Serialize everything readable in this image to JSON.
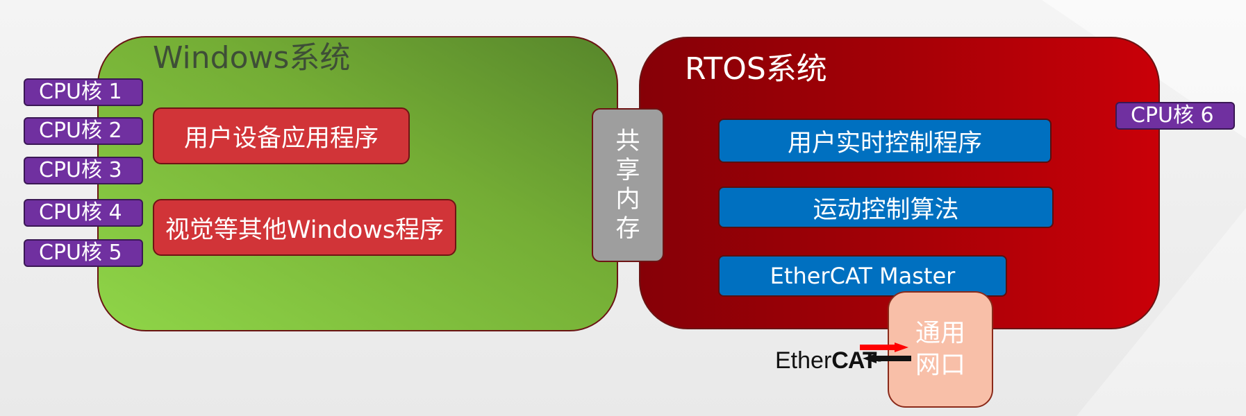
{
  "windows_panel": {
    "title": "Windows系统",
    "apps": [
      "用户设备应用程序",
      "视觉等其他Windows程序"
    ],
    "cpu_cores": [
      "CPU核  1",
      "CPU核  2",
      "CPU核  3",
      "CPU核  4",
      "CPU核  5"
    ]
  },
  "shared_memory": {
    "label": "共享内存"
  },
  "rtos_panel": {
    "title": "RTOS系统",
    "apps": [
      "用户实时控制程序",
      "运动控制算法",
      "EtherCAT Master"
    ],
    "cpu_core": "CPU核  6"
  },
  "network_port": {
    "label": "通用网口"
  },
  "ethercat_logo": {
    "text_ether": "Ether",
    "text_cat": "CAT",
    "reg": "®"
  },
  "colors": {
    "windows_panel": "#74ad35",
    "rtos_panel": "#a10006",
    "cpu_core": "#7030a0",
    "windows_app": "#d13438",
    "rtos_app": "#0070c0",
    "shared_memory": "#9e9e9e",
    "network_port": "#f8bfa8",
    "arrow_red": "#ff0000"
  }
}
